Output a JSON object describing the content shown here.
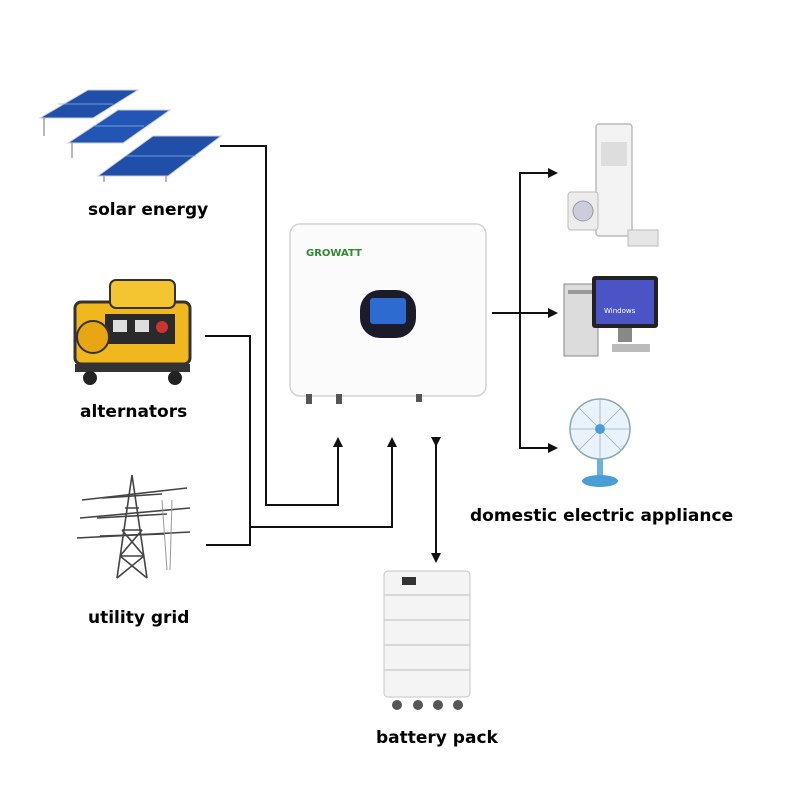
{
  "sources": [
    {
      "id": "solar",
      "label": "solar energy",
      "icon": "solar-panel-icon"
    },
    {
      "id": "alternators",
      "label": "alternators",
      "icon": "generator-icon"
    },
    {
      "id": "grid",
      "label": "utility grid",
      "icon": "power-tower-icon"
    }
  ],
  "inverter": {
    "brand": "GROWATT",
    "icon": "inverter-icon"
  },
  "loads": {
    "label": "domestic electric appliance",
    "icons": [
      "air-conditioner-icon",
      "desktop-computer-icon",
      "electric-fan-icon"
    ],
    "screen_text": "Windows"
  },
  "storage": {
    "label": "battery pack",
    "icon": "battery-stack-icon"
  },
  "colors": {
    "line": "#111111",
    "accent": "#2e8b2e",
    "panel": "#1f4fa8",
    "generator": "#f0b81e"
  }
}
